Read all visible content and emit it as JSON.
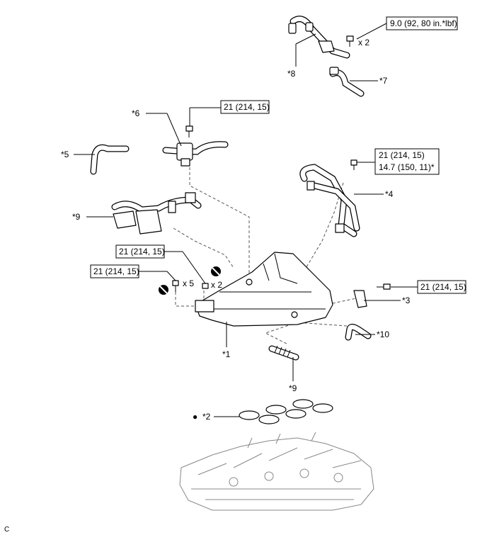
{
  "torque_specs": {
    "t1": "9.0 (92, 80 in.*lbf)",
    "t6": "21 (214, 15)",
    "t4a": "21 (214, 15)",
    "t4b": "14.7 (150, 11)*",
    "t3": "21 (214, 15)",
    "tx2": "21 (214, 15)",
    "tx5": "21 (214, 15)"
  },
  "quantities": {
    "q_top": "x 2",
    "q_mid": "x 2",
    "q_left": "x 5"
  },
  "callouts": {
    "c8": "*8",
    "c7": "*7",
    "c6": "*6",
    "c5": "*5",
    "c4": "*4",
    "c9a": "*9",
    "c3": "*3",
    "c10": "*10",
    "c1": "*1",
    "c9b": "*9",
    "c2": "*2"
  },
  "gasket_marker": "●",
  "corner_letter": "C"
}
